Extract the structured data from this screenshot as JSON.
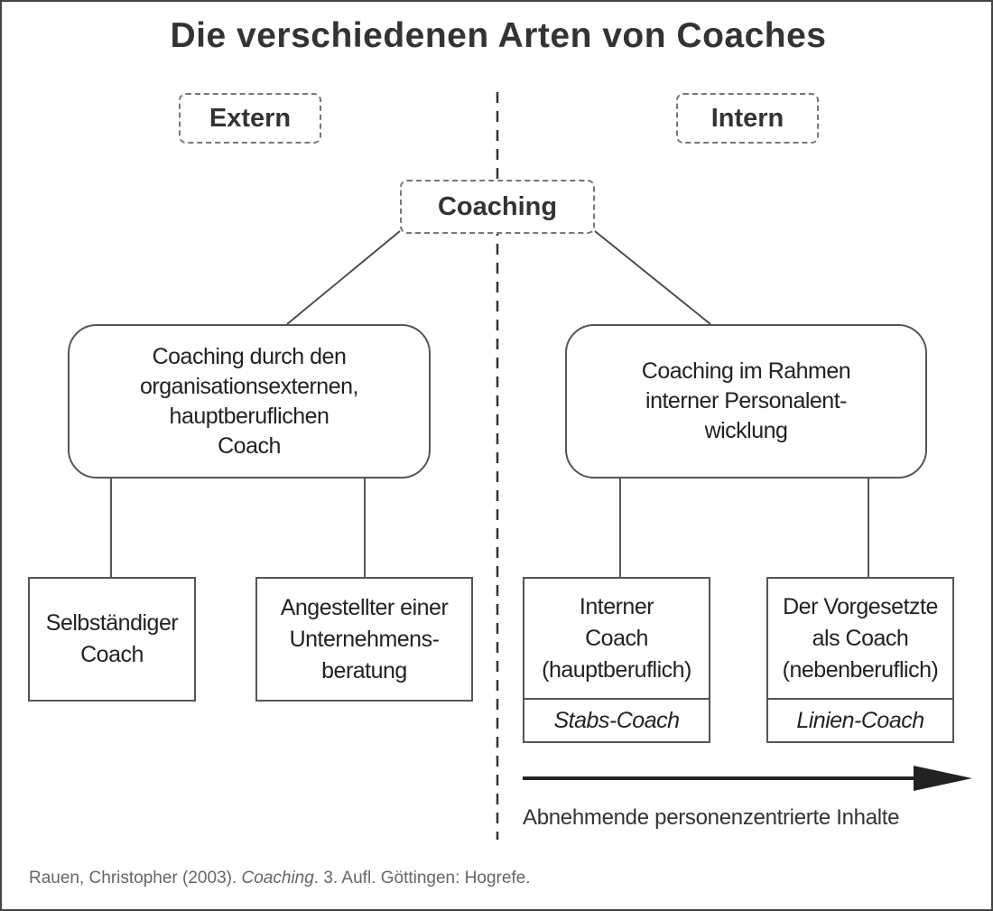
{
  "title": "Die verschiedenen Arten von Coaches",
  "categories": {
    "extern": "Extern",
    "intern": "Intern"
  },
  "root": "Coaching",
  "branches": {
    "extern": "Coaching durch den\norganisationsexternen,\nhauptberuflichen\nCoach",
    "intern": "Coaching im Rahmen\ninterner Personalent-\nwicklung"
  },
  "leaves": [
    {
      "label": "Selbständiger\nCoach"
    },
    {
      "label": "Angestellter einer\nUnternehmens-\nberatung"
    },
    {
      "label": "Interner\nCoach\n(hauptberuflich)",
      "type": "Stabs-Coach"
    },
    {
      "label": "Der Vorgesetzte\nals Coach\n(nebenberuflich)",
      "type": "Linien-Coach"
    }
  ],
  "axis_label": "Abnehmende personenzentrierte Inhalte",
  "citation": {
    "prefix": "Rauen, Christopher (2003). ",
    "book": "Coaching",
    "suffix": ". 3. Aufl. Göttingen: Hogrefe."
  }
}
